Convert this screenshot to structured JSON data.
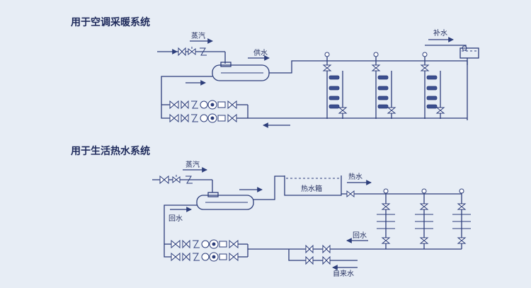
{
  "section1": {
    "title": "用于空调采暖系统",
    "labels": {
      "steam": "蒸汽",
      "supply_water": "供水",
      "makeup_water": "补水"
    }
  },
  "section2": {
    "title": "用于生活热水系统",
    "labels": {
      "steam": "蒸汽",
      "hot_water_tank": "热水箱",
      "hot_water": "热水",
      "return_water_left": "回水",
      "return_water_right": "回水",
      "tap_water": "自来水"
    }
  }
}
